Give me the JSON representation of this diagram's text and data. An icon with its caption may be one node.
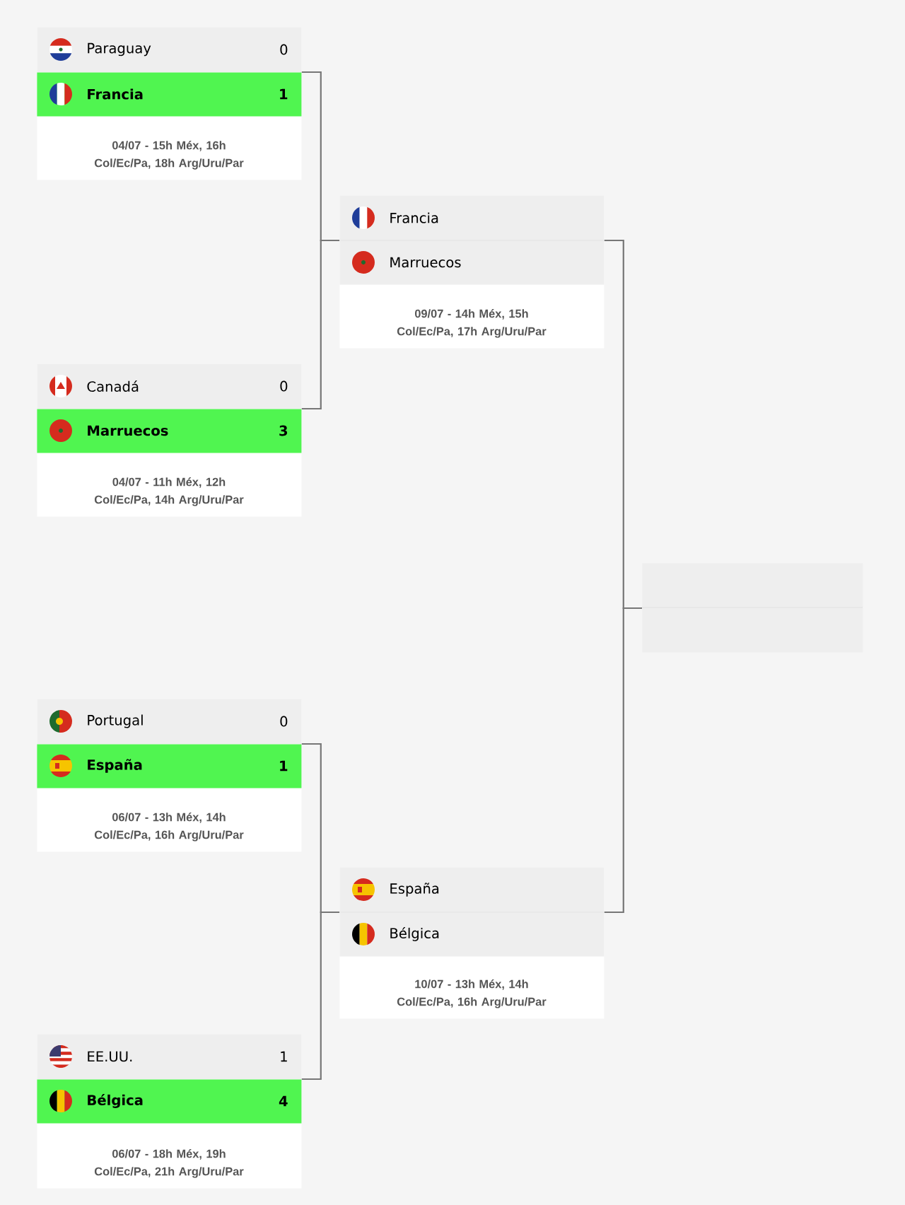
{
  "diagram": {
    "nodes": [
      {
        "text": [
          "04/07 - 15h Méx, 16h Col/Ec/Pa, 18h Arg/Uru/Par"
        ]
      },
      {
        "text": [
          "Paraguay",
          "0"
        ],
        "in": 0
      },
      {
        "text": [
          "Francia",
          "1"
        ],
        "in": 0
      },
      {
        "text": [
          "09/07 - 14h Méx, 15h Col/Ec/Pa, 17h Arg/Uru/Par"
        ]
      },
      {
        "text": [
          "Francia"
        ],
        "in": 3
      },
      {
        "text": [
          "Marruecos"
        ],
        "in": 3
      },
      {
        "text": [
          "04/07 - 11h Méx, 12h Col/Ec/Pa, 14h Arg/Uru/Par"
        ]
      },
      {
        "text": [
          "Canadá",
          "0"
        ],
        "in": 6
      },
      {
        "text": [
          "Marruecos",
          "3"
        ],
        "in": 6
      },
      {
        "text": [],
        "shape": "box"
      },
      {
        "text": [
          "06/07 - 13h Méx, 14h Col/Ec/Pa, 16h Arg/Uru/Par"
        ]
      },
      {
        "text": [
          "Portugal",
          "0"
        ],
        "in": 10
      },
      {
        "text": [
          "España",
          "1"
        ],
        "in": 10
      },
      {
        "text": [
          "10/07 - 13h Méx, 14h Col/Ec/Pa, 16h Arg/Uru/Par"
        ]
      },
      {
        "text": [
          "España"
        ],
        "in": 13
      },
      {
        "text": [
          "Bélgica"
        ],
        "in": 13
      },
      {
        "text": [
          "06/07 - 18h Méx, 19h Col/Ec/Pa, 21h Arg/Uru/Par"
        ]
      },
      {
        "text": [
          "EE.UU.",
          "1"
        ],
        "in": 16
      },
      {
        "text": [
          "Bélgica",
          "4"
        ],
        "in": 16
      }
    ],
    "edges": [
      {
        "from": 0,
        "to": 3,
        "arrow": "none"
      },
      {
        "from": 6,
        "to": 3,
        "arrow": "none"
      },
      {
        "from": 10,
        "to": 13,
        "arrow": "none"
      },
      {
        "from": 16,
        "to": 13,
        "arrow": "none"
      },
      {
        "from": 3,
        "to": 9,
        "arrow": "none"
      },
      {
        "from": 13,
        "to": 9,
        "arrow": "none"
      }
    ]
  }
}
